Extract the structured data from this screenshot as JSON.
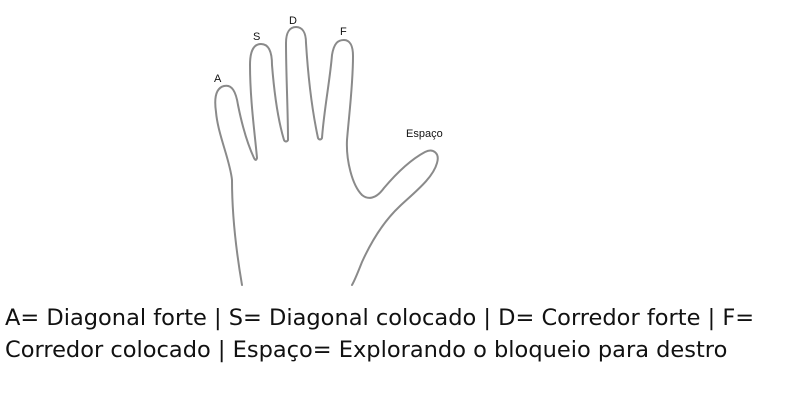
{
  "labels": {
    "a": "A",
    "s": "S",
    "d": "D",
    "f": "F",
    "space": "Espaço"
  },
  "caption": "A= Diagonal forte | S= Diagonal colocado | D= Corredor forte | F= Corredor colocado | Espaço= Explorando o bloqueio para destro",
  "colors": {
    "outline": "#8a8a8a",
    "text": "#111111"
  }
}
